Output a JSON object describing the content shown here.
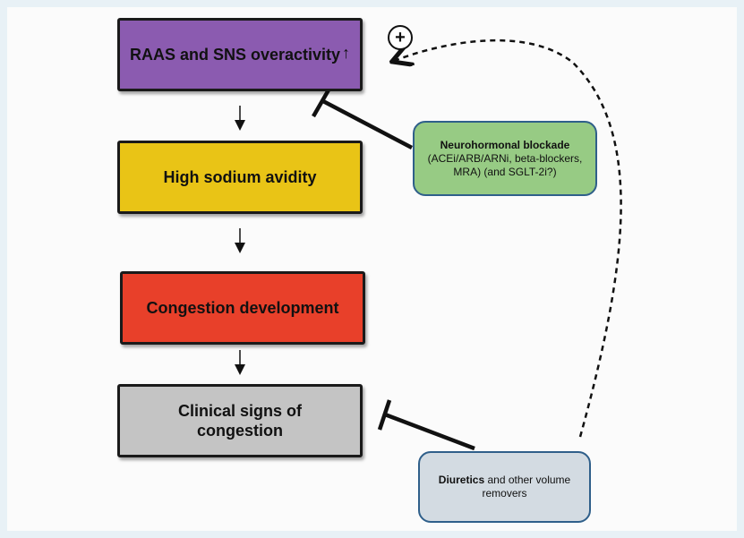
{
  "colors": {
    "raas_box": "#8b5bb0",
    "sodium_box": "#e9c416",
    "congestion_box": "#e8402a",
    "clinical_box": "#c4c4c4",
    "blockade_callout": "#97cb84",
    "diuretics_callout": "#d3dbe2"
  },
  "boxes": {
    "raas": "RAAS and SNS overactivity",
    "raas_arrow": "↑",
    "sodium": "High sodium avidity",
    "congestion": "Congestion development",
    "clinical": "Clinical signs of congestion"
  },
  "callouts": {
    "blockade_title": "Neurohormonal blockade",
    "blockade_body": "(ACEi/ARB/ARNi, beta-blockers, MRA) (and SGLT-2i?)",
    "diuretics_title": "Diuretics",
    "diuretics_body": " and other volume removers"
  },
  "plus_sign": "+"
}
